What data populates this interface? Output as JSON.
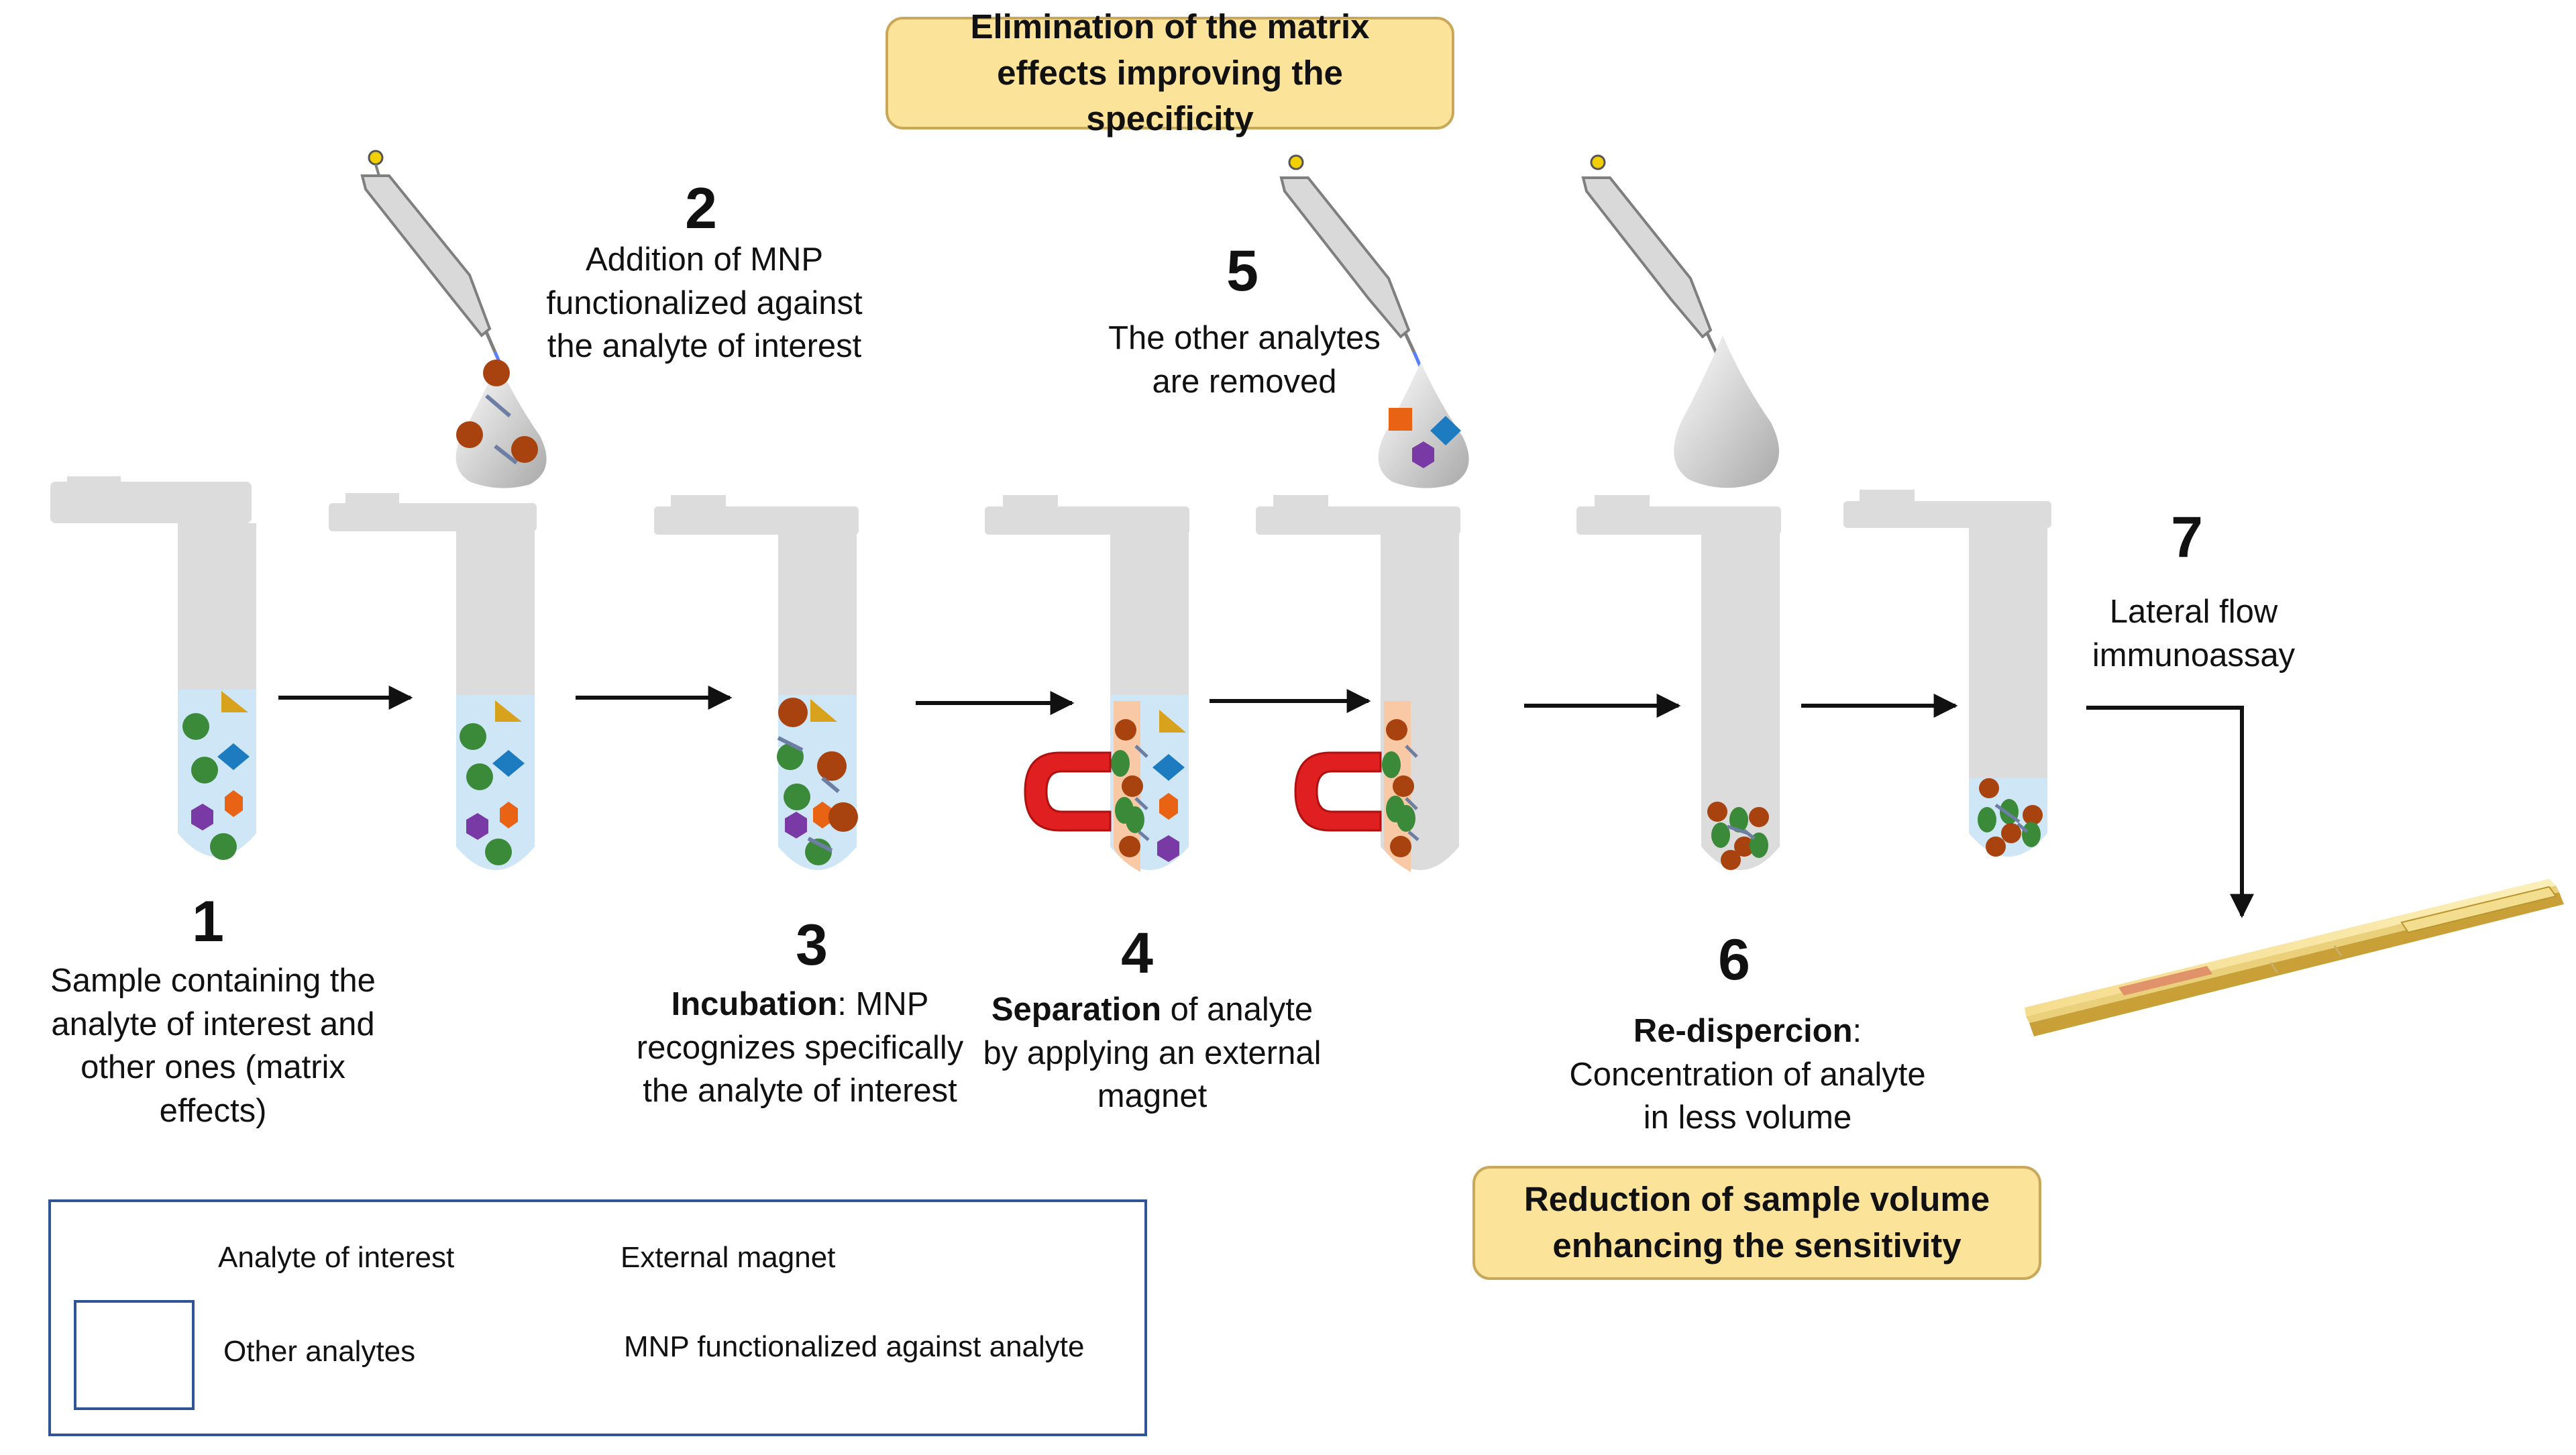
{
  "banners": {
    "top": "Elimination of the matrix effects improving the specificity",
    "bottom": "Reduction of sample volume enhancing the sensitivity"
  },
  "steps": [
    {
      "number": "1",
      "text": "Sample containing the analyte of interest and other ones (matrix effects)"
    },
    {
      "number": "2",
      "text": "Addition of MNP functionalized against the analyte of interest"
    },
    {
      "number": "3",
      "bold": "Incubation",
      "text": ": MNP recognizes specifically the analyte of interest"
    },
    {
      "number": "4",
      "bold": "Separation",
      "text": " of analyte by applying an external magnet"
    },
    {
      "number": "5",
      "text": "The other analytes are removed"
    },
    {
      "number": "6",
      "bold": "Re-dispercion",
      "text": ": Concentration of analyte in less volume"
    },
    {
      "number": "7",
      "text": "Lateral flow immunoassay"
    }
  ],
  "legend": {
    "analyte": "Analyte of interest",
    "magnet": "External magnet",
    "others": "Other analytes",
    "mnp": "MNP functionalized against analyte"
  },
  "colors": {
    "analyte": "#3a8a3a",
    "mnp": "#a8420f",
    "other_square": "#e86414",
    "other_triangle": "#d8a21c",
    "other_diamond": "#1d7cc0",
    "other_hexagon": "#7a3aa6",
    "magnet": "#e02020",
    "tube": "#dcdcdc",
    "liquid": "#cfe6f7",
    "banner_fill": "#fbe39a"
  }
}
